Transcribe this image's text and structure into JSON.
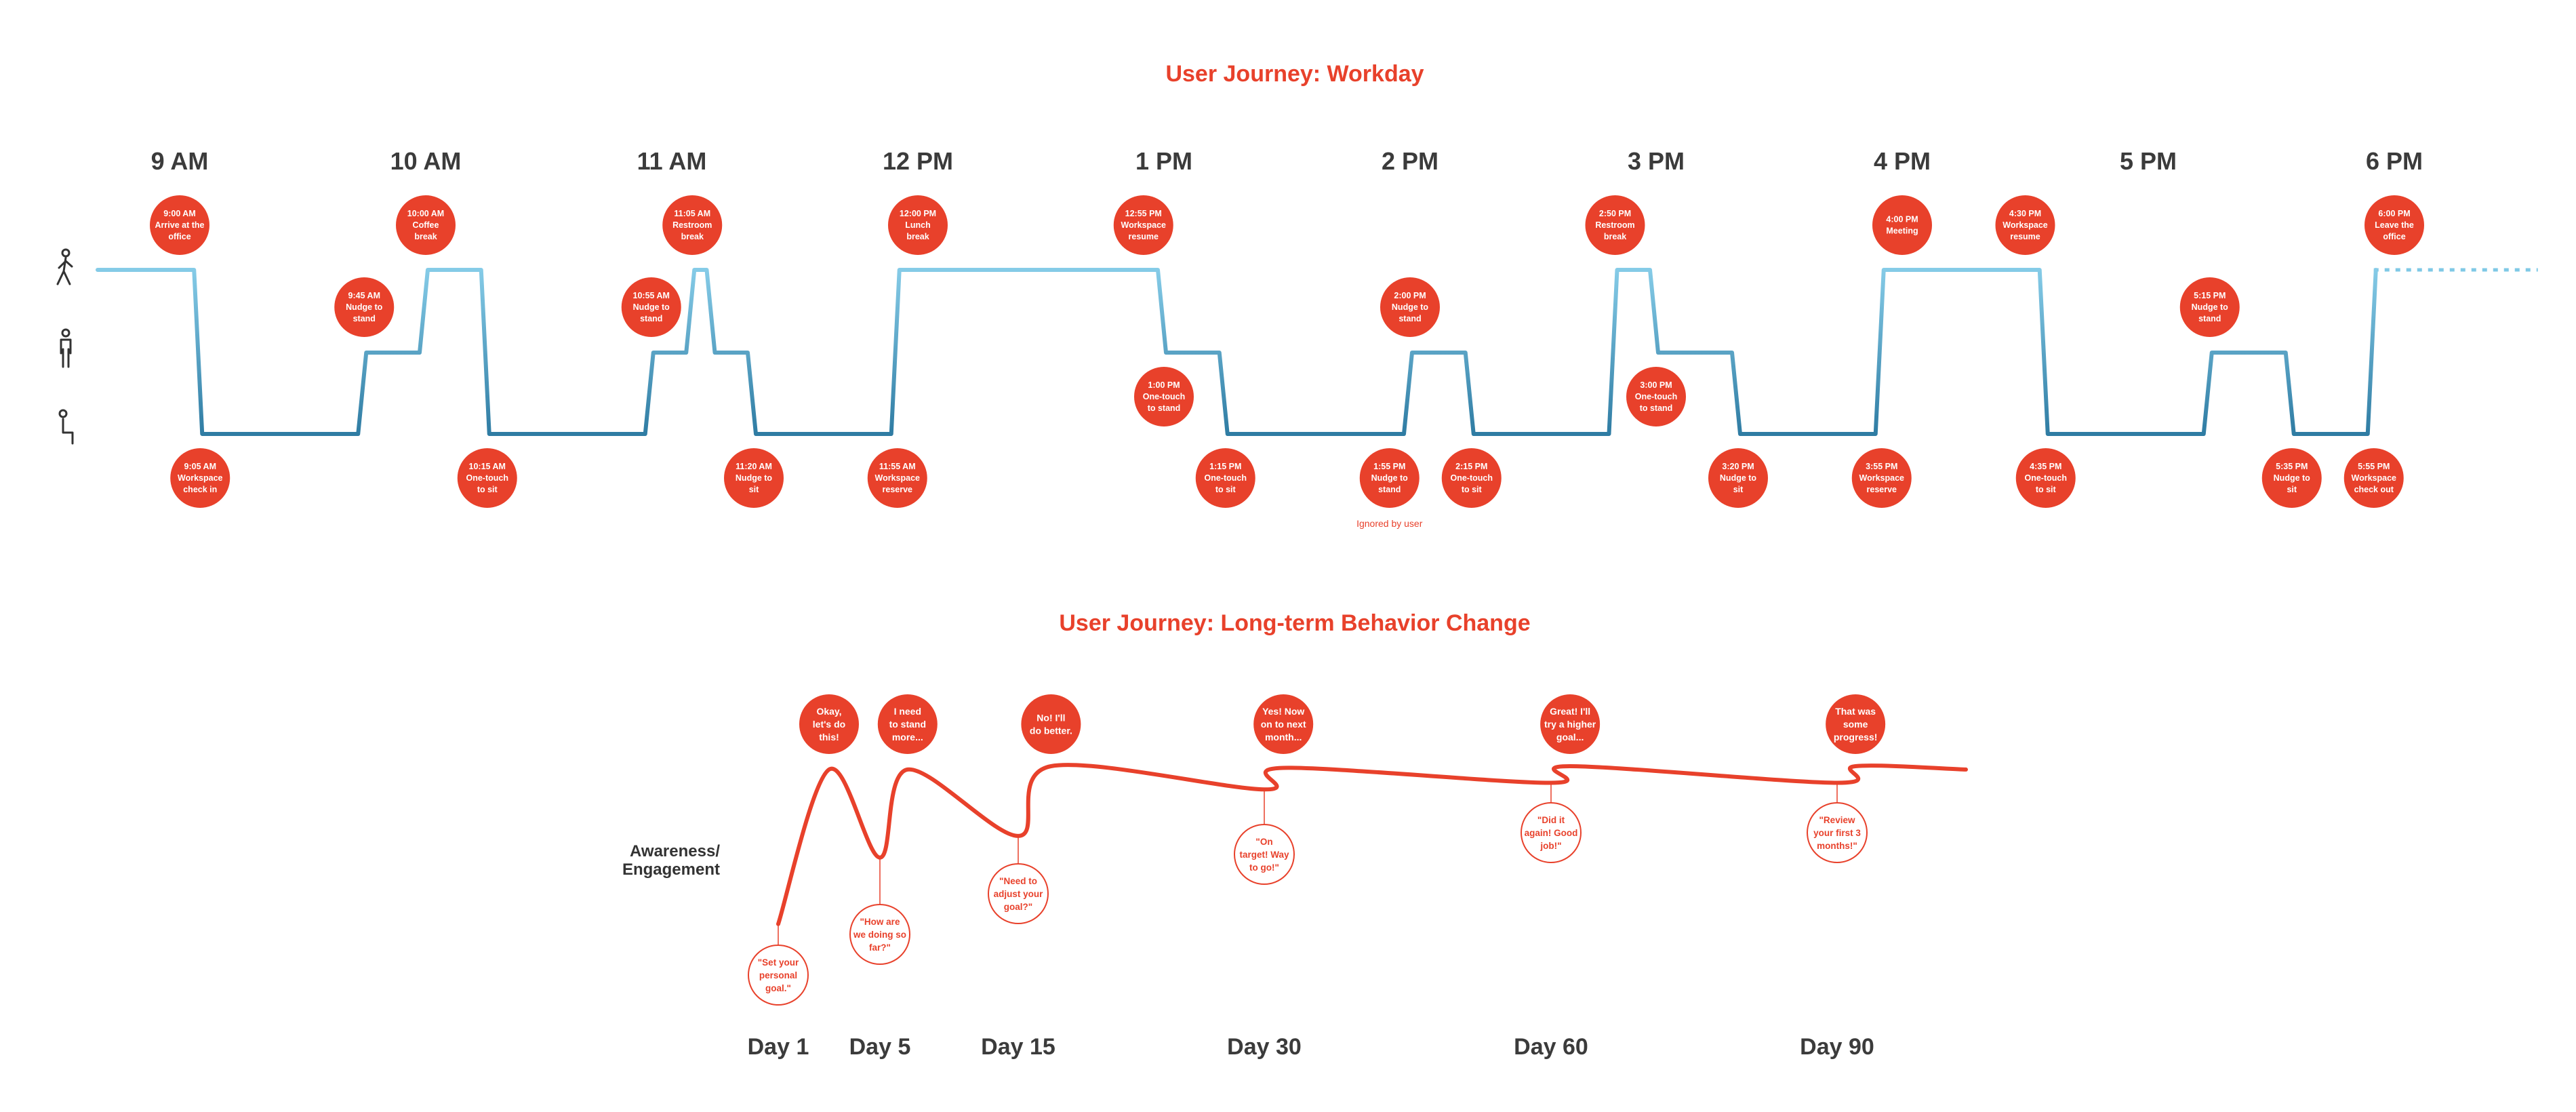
{
  "colors": {
    "accent": "#e8412b",
    "line_top": "#7fc8e6",
    "line_bottom": "#2f7fa6",
    "text_dark": "#3b3b3b",
    "white": "#ffffff"
  },
  "workday": {
    "title": "User Journey: Workday",
    "hours": [
      "9 AM",
      "10 AM",
      "11 AM",
      "12 PM",
      "1 PM",
      "2 PM",
      "3 PM",
      "4 PM",
      "5 PM",
      "6 PM"
    ],
    "posture_icons": [
      "walking-person-icon",
      "standing-person-icon",
      "sitting-person-icon"
    ],
    "postures": [
      "away",
      "stand",
      "sit"
    ],
    "path": [
      {
        "t": "8:40",
        "level": "away"
      },
      {
        "t": "9:05",
        "level": "sit"
      },
      {
        "t": "9:45",
        "level": "stand"
      },
      {
        "t": "10:00",
        "level": "away"
      },
      {
        "t": "10:15",
        "level": "sit"
      },
      {
        "t": "10:55",
        "level": "stand"
      },
      {
        "t": "11:05",
        "level": "away"
      },
      {
        "t": "11:10",
        "level": "stand"
      },
      {
        "t": "11:20",
        "level": "sit"
      },
      {
        "t": "11:55",
        "level": "away"
      },
      {
        "t": "1:00",
        "level": "stand"
      },
      {
        "t": "1:15",
        "level": "sit"
      },
      {
        "t": "2:00",
        "level": "stand"
      },
      {
        "t": "2:15",
        "level": "sit"
      },
      {
        "t": "2:50",
        "level": "away"
      },
      {
        "t": "3:00",
        "level": "stand"
      },
      {
        "t": "3:20",
        "level": "sit"
      },
      {
        "t": "3:55",
        "level": "away"
      },
      {
        "t": "4:35",
        "level": "sit"
      },
      {
        "t": "5:15",
        "level": "stand"
      },
      {
        "t": "5:35",
        "level": "sit"
      },
      {
        "t": "5:55",
        "level": "away"
      },
      {
        "t": "6:35",
        "level": "away"
      }
    ],
    "events": [
      {
        "time": "9:00 AM",
        "label": [
          "Arrive at the",
          "office"
        ],
        "t": "9:00",
        "row": "away"
      },
      {
        "time": "9:05 AM",
        "label": [
          "Workspace",
          "check in"
        ],
        "t": "9:05",
        "row": "below"
      },
      {
        "time": "9:45 AM",
        "label": [
          "Nudge to",
          "stand"
        ],
        "t": "9:45",
        "row": "mid"
      },
      {
        "time": "10:00 AM",
        "label": [
          "Coffee",
          "break"
        ],
        "t": "10:00",
        "row": "away"
      },
      {
        "time": "10:15 AM",
        "label": [
          "One-touch",
          "to sit"
        ],
        "t": "10:15",
        "row": "below"
      },
      {
        "time": "10:55 AM",
        "label": [
          "Nudge to",
          "stand"
        ],
        "t": "10:55",
        "row": "mid"
      },
      {
        "time": "11:05 AM",
        "label": [
          "Restroom",
          "break"
        ],
        "t": "11:05",
        "row": "away"
      },
      {
        "time": "11:20 AM",
        "label": [
          "Nudge to",
          "sit"
        ],
        "t": "11:20",
        "row": "below"
      },
      {
        "time": "11:55 AM",
        "label": [
          "Workspace",
          "reserve"
        ],
        "t": "11:55",
        "row": "below"
      },
      {
        "time": "12:00 PM",
        "label": [
          "Lunch",
          "break"
        ],
        "t": "12:00",
        "row": "away"
      },
      {
        "time": "12:55 PM",
        "label": [
          "Workspace",
          "resume"
        ],
        "t": "12:55",
        "row": "away"
      },
      {
        "time": "1:00 PM",
        "label": [
          "One-touch",
          "to stand"
        ],
        "t": "1:00",
        "row": "between"
      },
      {
        "time": "1:15 PM",
        "label": [
          "One-touch",
          "to sit"
        ],
        "t": "1:15",
        "row": "below"
      },
      {
        "time": "2:00 PM",
        "label": [
          "Nudge to",
          "stand"
        ],
        "t": "2:00",
        "row": "mid"
      },
      {
        "time": "1:55 PM",
        "label": [
          "Nudge to",
          "stand"
        ],
        "t": "1:55",
        "row": "below",
        "note": "Ignored by user"
      },
      {
        "time": "2:15 PM",
        "label": [
          "One-touch",
          "to sit"
        ],
        "t": "2:15",
        "row": "below"
      },
      {
        "time": "2:50 PM",
        "label": [
          "Restroom",
          "break"
        ],
        "t": "2:50",
        "row": "away"
      },
      {
        "time": "3:00 PM",
        "label": [
          "One-touch",
          "to stand"
        ],
        "t": "3:00",
        "row": "between"
      },
      {
        "time": "3:20 PM",
        "label": [
          "Nudge to",
          "sit"
        ],
        "t": "3:20",
        "row": "below"
      },
      {
        "time": "3:55 PM",
        "label": [
          "Workspace",
          "reserve"
        ],
        "t": "3:55",
        "row": "below"
      },
      {
        "time": "4:00 PM",
        "label": [
          "Meeting"
        ],
        "t": "4:00",
        "row": "away"
      },
      {
        "time": "4:30 PM",
        "label": [
          "Workspace",
          "resume"
        ],
        "t": "4:30",
        "row": "away"
      },
      {
        "time": "4:35 PM",
        "label": [
          "One-touch",
          "to sit"
        ],
        "t": "4:35",
        "row": "below"
      },
      {
        "time": "5:15 PM",
        "label": [
          "Nudge to",
          "stand"
        ],
        "t": "5:15",
        "row": "mid"
      },
      {
        "time": "5:35 PM",
        "label": [
          "Nudge to",
          "sit"
        ],
        "t": "5:35",
        "row": "below"
      },
      {
        "time": "5:55 PM",
        "label": [
          "Workspace",
          "check out"
        ],
        "t": "5:55",
        "row": "below"
      },
      {
        "time": "6:00 PM",
        "label": [
          "Leave the",
          "office"
        ],
        "t": "6:00",
        "row": "away"
      }
    ]
  },
  "longterm": {
    "title": "User Journey: Long-term Behavior Change",
    "ylabel": [
      "Awareness/",
      "Engagement"
    ],
    "days": [
      {
        "label": "Day 1",
        "day": 1
      },
      {
        "label": "Day 5",
        "day": 5
      },
      {
        "label": "Day 15",
        "day": 15
      },
      {
        "label": "Day 30",
        "day": 30
      },
      {
        "label": "Day 60",
        "day": 60
      },
      {
        "label": "Day 90",
        "day": 90
      }
    ],
    "curve": [
      {
        "day": 1,
        "level": 0.05
      },
      {
        "day": 3,
        "level": 0.98
      },
      {
        "day": 5,
        "level": 0.45
      },
      {
        "day": 7,
        "level": 0.98
      },
      {
        "day": 15,
        "level": 0.58
      },
      {
        "day": 17,
        "level": 1.0
      },
      {
        "day": 30,
        "level": 0.86
      },
      {
        "day": 32,
        "level": 0.99
      },
      {
        "day": 60,
        "level": 0.9
      },
      {
        "day": 62,
        "level": 1.0
      },
      {
        "day": 90,
        "level": 0.9
      },
      {
        "day": 92,
        "level": 1.0
      },
      {
        "day": 104,
        "level": 0.98
      }
    ],
    "user_thoughts": [
      {
        "text": [
          "Okay,",
          "let's do",
          "this!"
        ],
        "day": 3
      },
      {
        "text": [
          "I need",
          "to stand",
          "more..."
        ],
        "day": 7
      },
      {
        "text": [
          "No! I'll",
          "do better."
        ],
        "day": 17
      },
      {
        "text": [
          "Yes! Now",
          "on to next",
          "month..."
        ],
        "day": 32
      },
      {
        "text": [
          "Great! I'll",
          "try a higher",
          "goal..."
        ],
        "day": 62
      },
      {
        "text": [
          "That was",
          "some",
          "progress!"
        ],
        "day": 92
      }
    ],
    "app_messages": [
      {
        "text": [
          "\"Set your",
          "personal",
          "goal.\""
        ],
        "day": 1
      },
      {
        "text": [
          "\"How are",
          "we doing so",
          "far?\""
        ],
        "day": 5
      },
      {
        "text": [
          "\"Need to",
          "adjust your",
          "goal?\""
        ],
        "day": 15
      },
      {
        "text": [
          "\"On",
          "target! Way",
          "to go!\""
        ],
        "day": 30
      },
      {
        "text": [
          "\"Did it",
          "again! Good",
          "job!\""
        ],
        "day": 60
      },
      {
        "text": [
          "\"Review",
          "your first 3",
          "months!\""
        ],
        "day": 90
      }
    ]
  }
}
